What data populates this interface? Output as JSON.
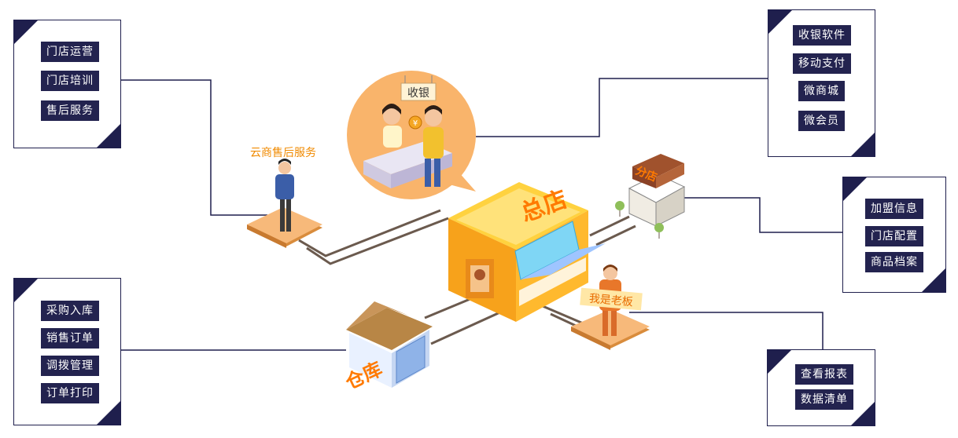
{
  "panels": {
    "top_left": [
      "门店运营",
      "门店培训",
      "售后服务"
    ],
    "top_right": [
      "收银软件",
      "移动支付",
      "微商城",
      "微会员"
    ],
    "mid_right": [
      "加盟信息",
      "门店配置",
      "商品档案"
    ],
    "bottom_left": [
      "采购入库",
      "销售订单",
      "调拨管理",
      "订单打印"
    ],
    "bottom_right": [
      "查看报表",
      "数据清单"
    ]
  },
  "scene": {
    "after_sales_label": "云商售后服务",
    "cashier_sign": "收银",
    "hq_sign": "总店",
    "branch_sign": "分店",
    "boss_sign": "我是老板",
    "warehouse_sign": "仓库",
    "currency_symbol": "¥"
  },
  "colors": {
    "navy": "#1f1f4d",
    "orange": "#f5a623",
    "line_brown": "#6b5a4e"
  }
}
